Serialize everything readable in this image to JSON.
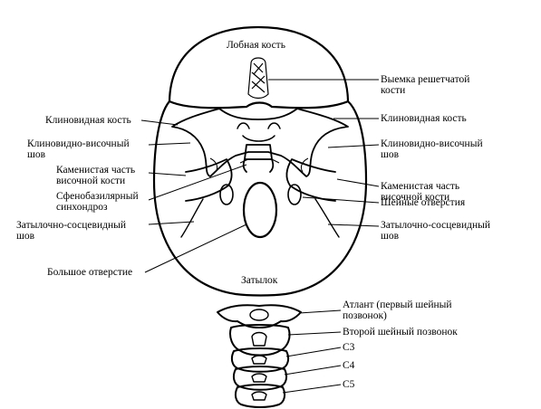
{
  "diagram": {
    "labels": {
      "frontal": "Лобная кость",
      "ethmoid_notch": "Выемка решетчатой\nкости",
      "sphenoid_left": "Клиновидная кость",
      "sphenoid_right": "Клиновидная кость",
      "sphenotemporal_left": "Клиновидно-височный\nшов",
      "sphenotemporal_right": "Клиновидно-височный\nшов",
      "petrous_left": "Каменистая часть\nвисочной кости",
      "petrous_right": "Каменистая часть\nвисочной кости",
      "sphenobasilar": "Сфенобазилярный\nсинхондроз",
      "jugular": "Шейные отверстия",
      "occipitomastoid_left": "Затылочно-сосцевидный\nшов",
      "occipitomastoid_right": "Затылочно-сосцевидный\nшов",
      "foramen_magnum": "Большое отверстие",
      "occiput": "Затылок",
      "atlas": "Атлант (первый шейный\nпозвонок)",
      "axis": "Второй шейный позвонок",
      "c3": "C3",
      "c4": "C4",
      "c5": "C5"
    }
  }
}
